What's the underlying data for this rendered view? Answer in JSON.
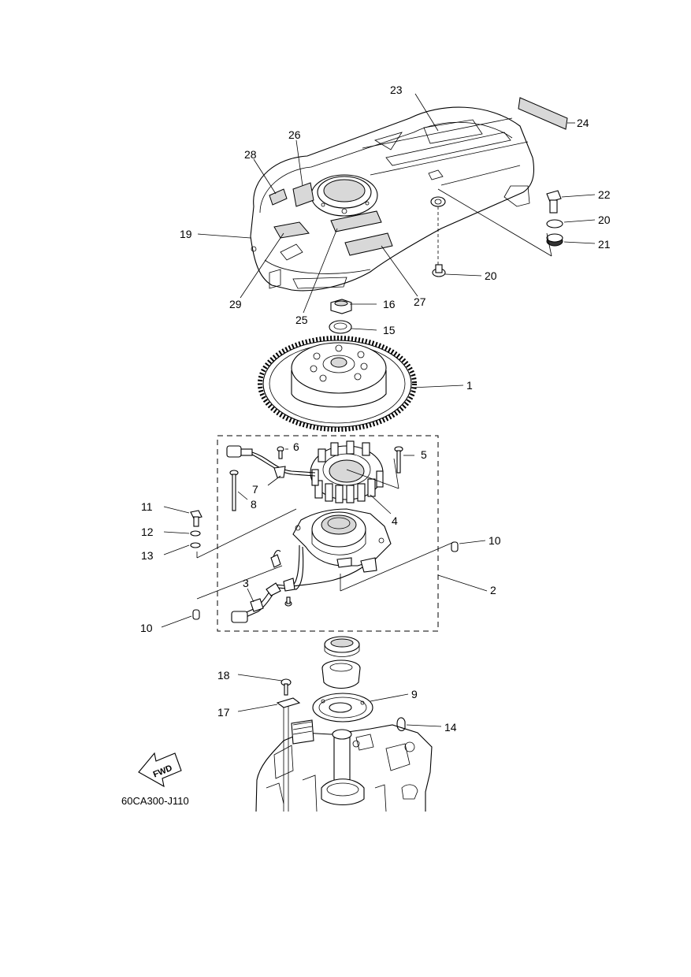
{
  "diagram": {
    "code": "60CA300-J110",
    "fwd_label": "FWD",
    "callouts": {
      "c1": "1",
      "c2": "2",
      "c3": "3",
      "c4": "4",
      "c5": "5",
      "c6": "6",
      "c7": "7",
      "c8": "8",
      "c9": "9",
      "c10a": "10",
      "c10b": "10",
      "c11": "11",
      "c12": "12",
      "c13": "13",
      "c14": "14",
      "c15": "15",
      "c16": "16",
      "c17": "17",
      "c18": "18",
      "c19": "19",
      "c20a": "20",
      "c20b": "20",
      "c21": "21",
      "c22": "22",
      "c23": "23",
      "c24": "24",
      "c25": "25",
      "c26": "26",
      "c27": "27",
      "c28": "28",
      "c29": "29"
    }
  }
}
